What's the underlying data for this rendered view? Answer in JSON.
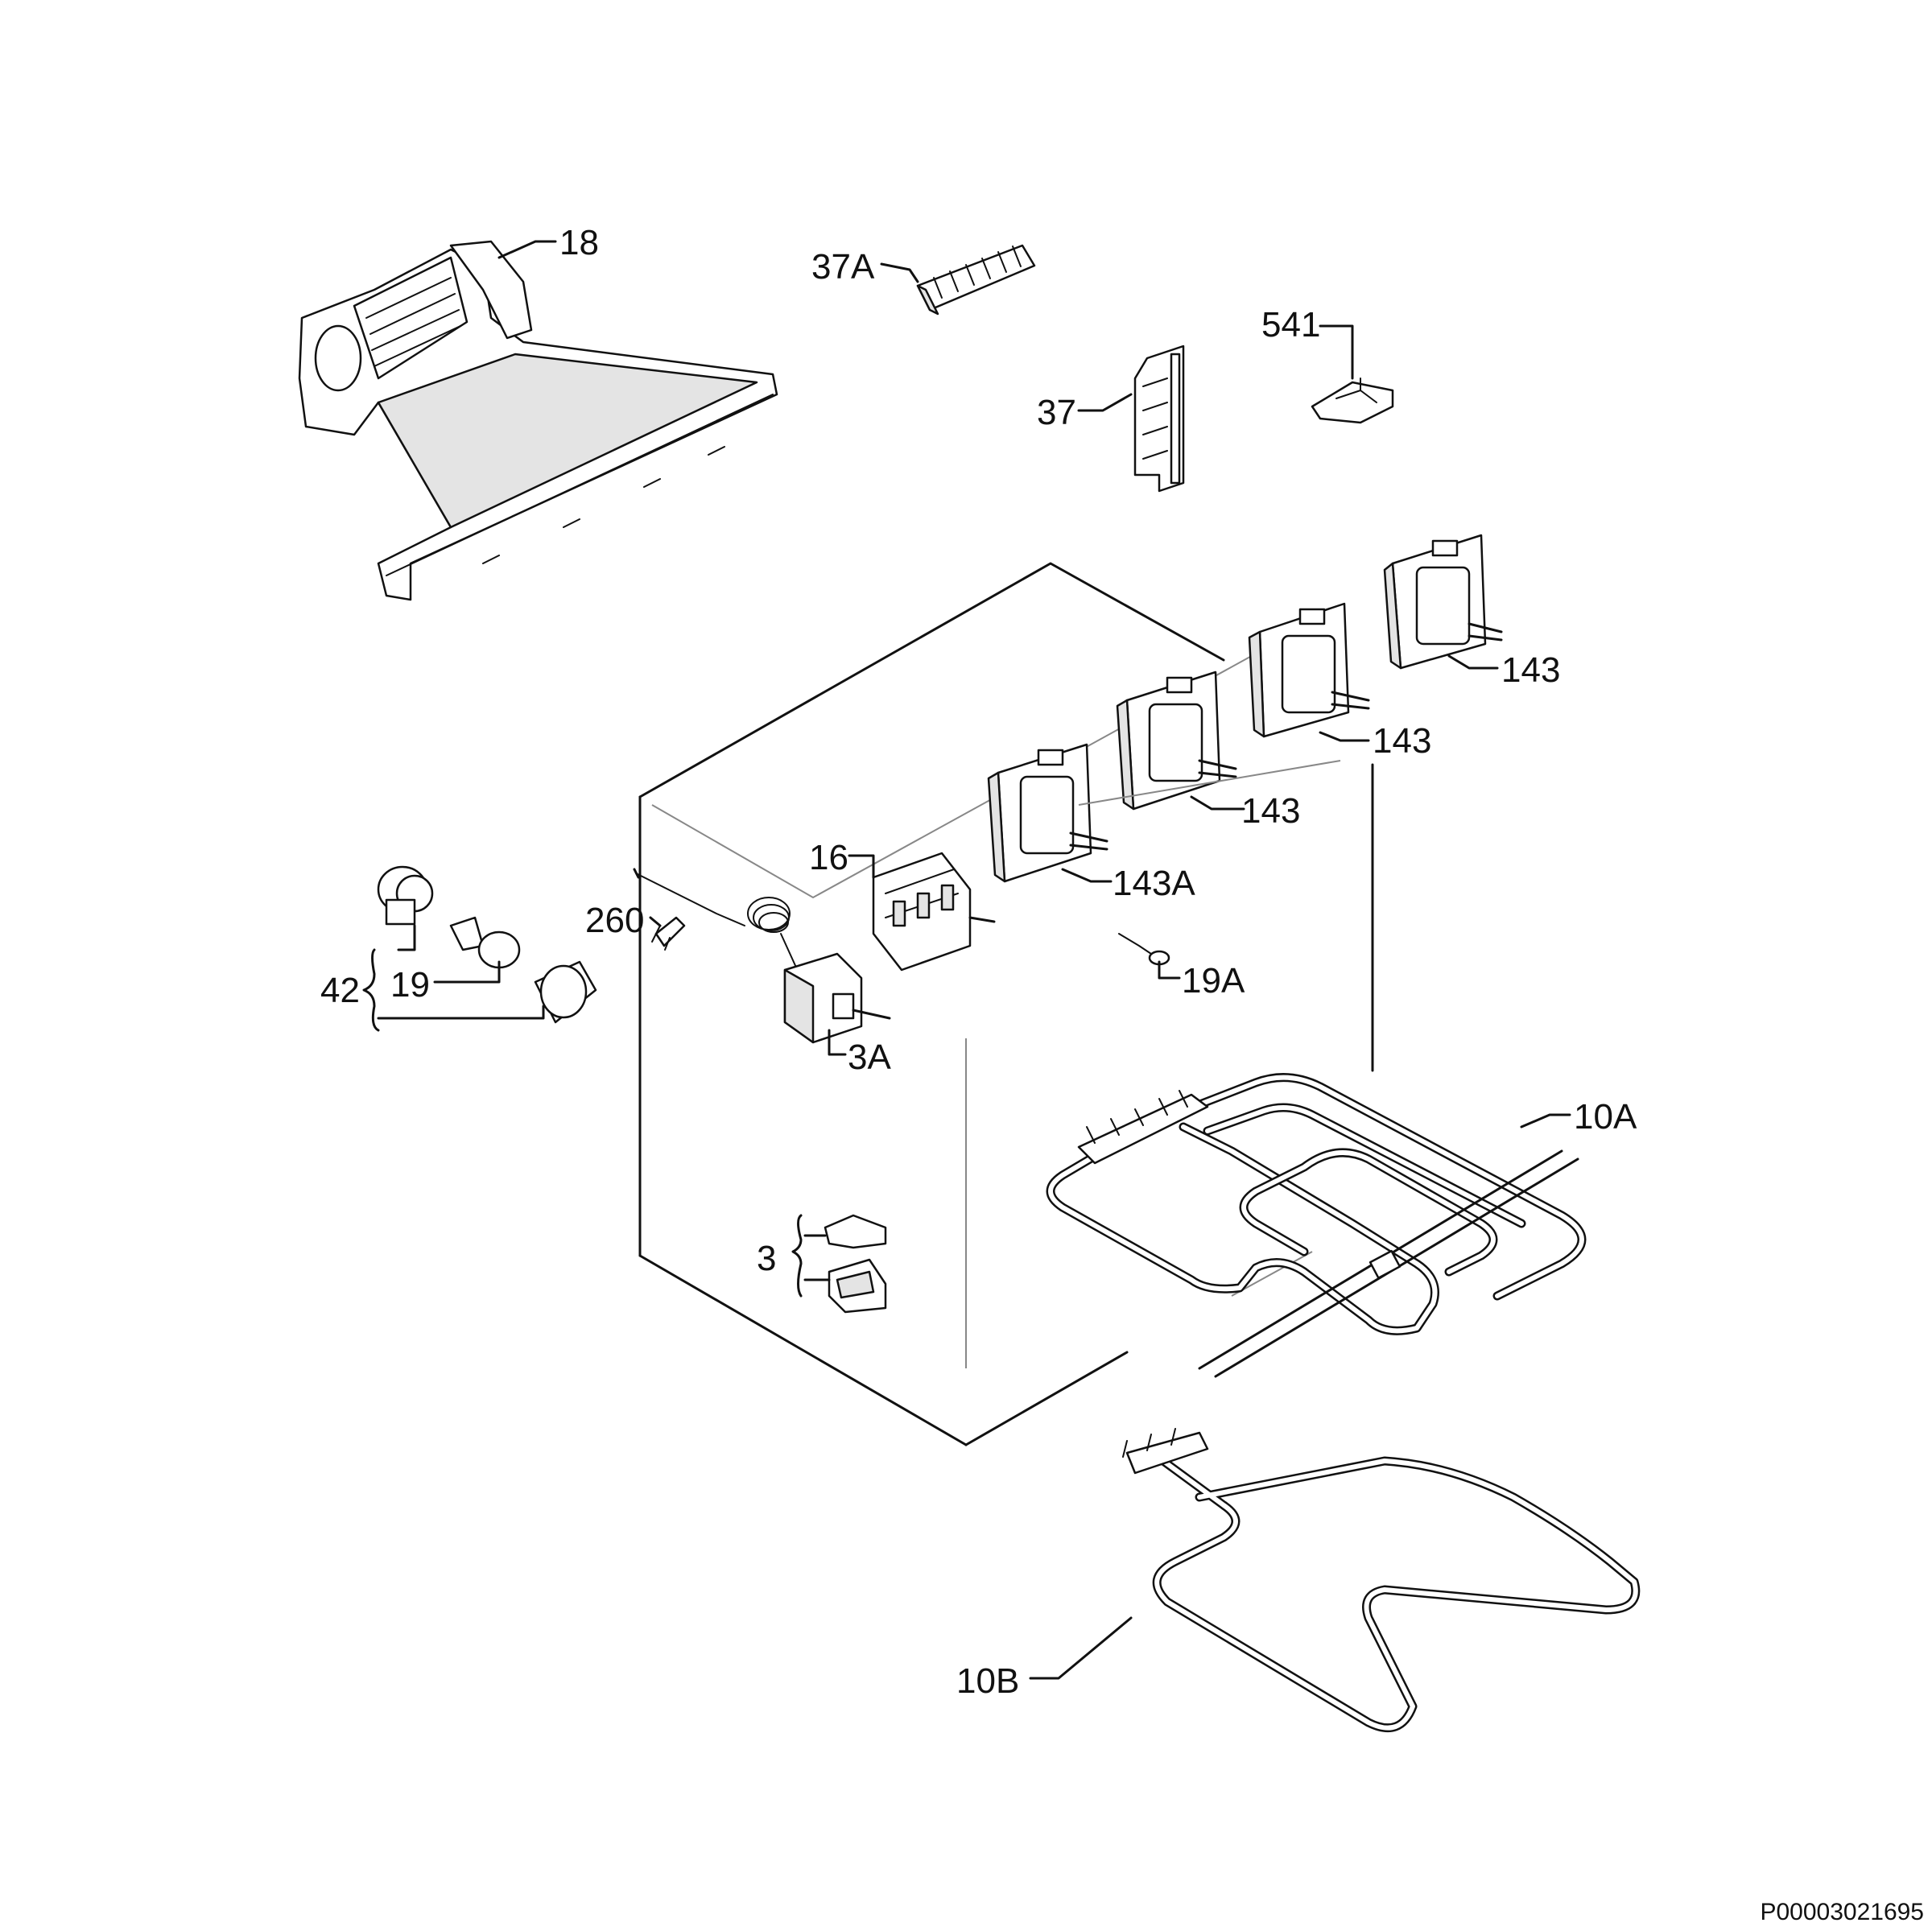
{
  "diagram": {
    "labels": {
      "l18": "18",
      "l37A": "37A",
      "l541": "541",
      "l37": "37",
      "l143a": "143",
      "l143b": "143",
      "l143c": "143",
      "l143A": "143A",
      "l16": "16",
      "l260": "260",
      "l42": "42",
      "l19": "19",
      "l19A": "19A",
      "l3A": "3A",
      "l10A": "10A",
      "l3": "3",
      "l10B": "10B"
    },
    "code": "P00003021695"
  }
}
